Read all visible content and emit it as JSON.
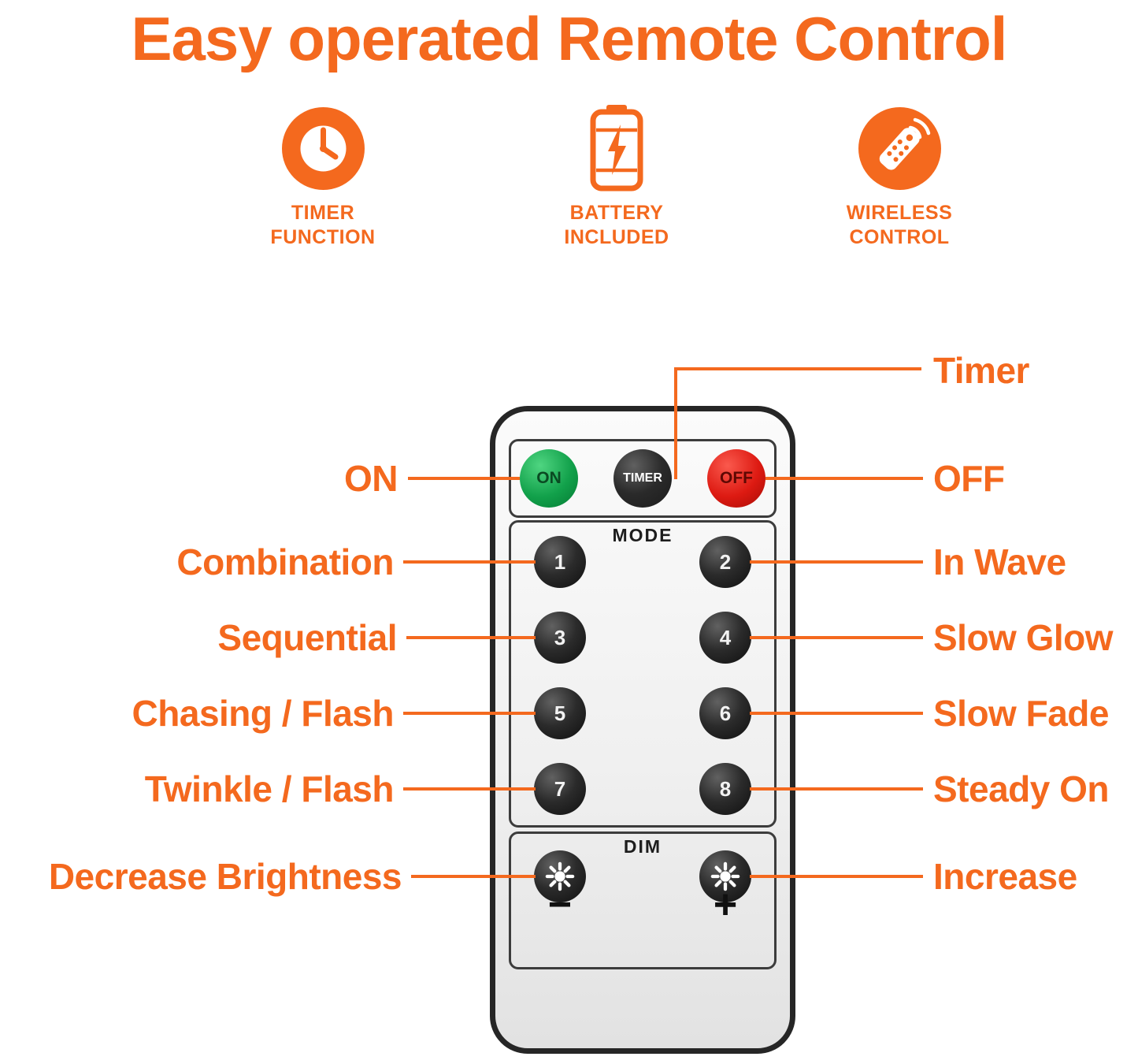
{
  "colors": {
    "accent": "#F4691E",
    "button_green": "#12A14B",
    "button_red": "#DD1A12",
    "button_black": "#1C1C1C"
  },
  "title": "Easy operated Remote Control",
  "features": [
    {
      "icon": "clock-icon",
      "label": "TIMER\nFUNCTION"
    },
    {
      "icon": "battery-icon",
      "label": "BATTERY\nINCLUDED"
    },
    {
      "icon": "remote-icon",
      "label": "WIRELESS\nCONTROL"
    }
  ],
  "remote": {
    "on_label": "ON",
    "timer_label": "TIMER",
    "off_label": "OFF",
    "mode_label": "MODE",
    "mode_buttons": [
      "1",
      "2",
      "3",
      "4",
      "5",
      "6",
      "7",
      "8"
    ],
    "dim_label": "DIM",
    "decrease_symbol": "−",
    "increase_symbol": "+"
  },
  "callouts": {
    "left": [
      "ON",
      "Combination",
      "Sequential",
      "Chasing / Flash",
      "Twinkle / Flash",
      "Decrease Brightness"
    ],
    "right": [
      "Timer",
      "OFF",
      "In Wave",
      "Slow Glow",
      "Slow Fade",
      "Steady On",
      "Increase"
    ]
  }
}
